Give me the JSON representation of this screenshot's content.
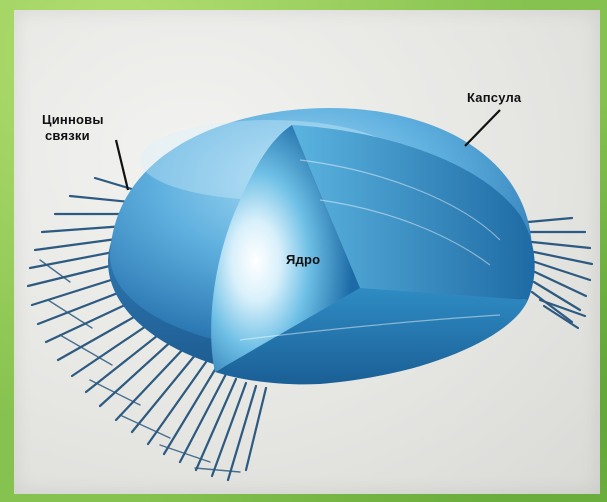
{
  "labels": {
    "capsule": "Капсула",
    "zonules_line1": "Цинновы",
    "zonules_line2": "связки",
    "nucleus": "Ядро"
  },
  "colors": {
    "capsule_light": "#7fc3e8",
    "capsule_dark": "#2a78b8",
    "nucleus_center": "#ffffff",
    "nucleus_edge": "#1f6fae",
    "fibers": "#2d5a80"
  }
}
